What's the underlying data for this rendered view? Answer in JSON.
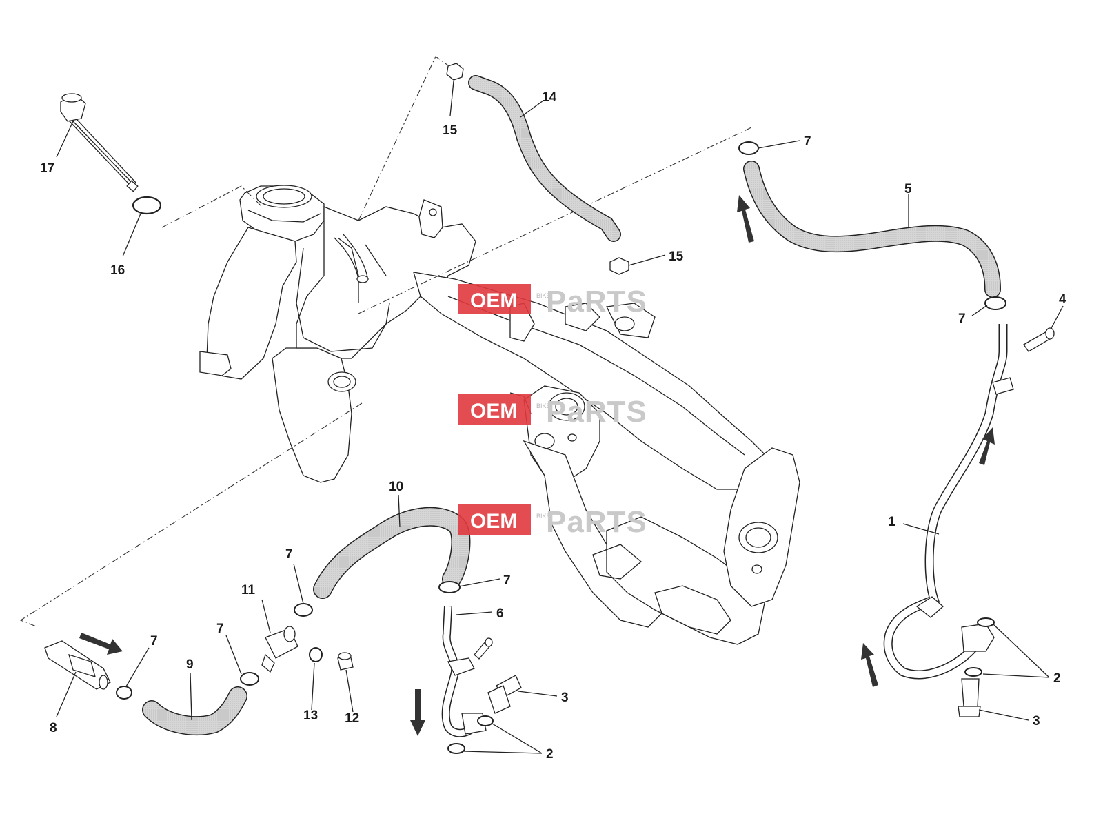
{
  "callouts": [
    {
      "id": "c17",
      "text": "17"
    },
    {
      "id": "c16",
      "text": "16"
    },
    {
      "id": "c15a",
      "text": "15"
    },
    {
      "id": "c14",
      "text": "14"
    },
    {
      "id": "c15b",
      "text": "15"
    },
    {
      "id": "c7a",
      "text": "7"
    },
    {
      "id": "c5",
      "text": "5"
    },
    {
      "id": "c7b",
      "text": "7"
    },
    {
      "id": "c4",
      "text": "4"
    },
    {
      "id": "c1",
      "text": "1"
    },
    {
      "id": "c10",
      "text": "10"
    },
    {
      "id": "c7c",
      "text": "7"
    },
    {
      "id": "c7d",
      "text": "7"
    },
    {
      "id": "c6",
      "text": "6"
    },
    {
      "id": "c11",
      "text": "11"
    },
    {
      "id": "c7e",
      "text": "7"
    },
    {
      "id": "c7f",
      "text": "7"
    },
    {
      "id": "c9",
      "text": "9"
    },
    {
      "id": "c8",
      "text": "8"
    },
    {
      "id": "c13",
      "text": "13"
    },
    {
      "id": "c12",
      "text": "12"
    },
    {
      "id": "c3a",
      "text": "3"
    },
    {
      "id": "c2a",
      "text": "2"
    },
    {
      "id": "c2b",
      "text": "2"
    },
    {
      "id": "c3b",
      "text": "3"
    }
  ],
  "watermark": {
    "oem": "OEM",
    "bike": "BIKE",
    "parts": "PaRTS",
    "color": "#e03a3e"
  },
  "colors": {
    "hose_fill": "#dcdcdc",
    "line": "#222222",
    "arrow": "#333333"
  },
  "icons": [
    "flow-arrow-icon"
  ]
}
